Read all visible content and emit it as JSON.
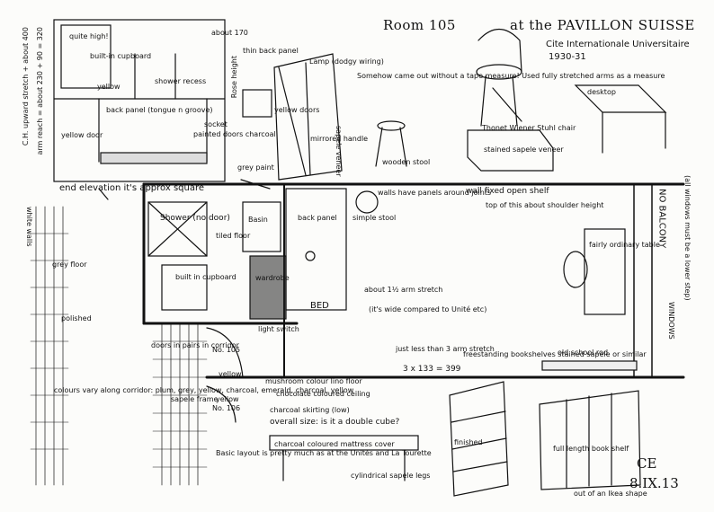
{
  "title": {
    "room": "Room 105",
    "location": "at  the PAVILLON SUISSE",
    "subtitle": "Cite Internationale Universitaire",
    "years": "1930-31"
  },
  "notes": {
    "quite_high": "quite high!",
    "built_in_cupboard": "built-in cupboard",
    "yellow_top": "yellow",
    "shower_recess": "shower recess",
    "back_panel_elev": "back panel (tongue n groove)",
    "yellow_door": "yellow door",
    "painted_doors": "painted doors charcoal",
    "socket": "socket",
    "arm_reach": "arm reach = about 230 + 90 = 320",
    "ceiling_height": "C.H. upward stretch + about 400",
    "about_170": "about 170",
    "rose_height": "Rose height",
    "thin_panel": "thin back panel",
    "grey_paint": "grey paint",
    "yellow_doors": "yellow doors",
    "mirrored_handle": "mirrored handle",
    "lamp": "Lamp (dodgy wiring)",
    "sapele_veneer": "sapele veneer",
    "tape_measure": "Somehow came out without a tape measure! Used fully stretched arms as a measure",
    "wooden_stool": "wooden stool",
    "thonet_chair": "Thonet Wiener Stuhl chair",
    "desktop": "desktop",
    "stained_sapele": "stained sapele veneer",
    "end_elevation": "end elevation   it's approx square"
  },
  "plan": {
    "shower": "Shower (no door)",
    "tiled_floor": "tiled floor",
    "basin": "Basin",
    "built_in_cupboard": "built in cupboard",
    "wardrobe": "wardrobe",
    "light_switch": "light switch",
    "back_panel": "back panel",
    "bed": "BED",
    "simple_stool": "simple stool",
    "walls_panels": "walls have panels around joints",
    "about_arm_stretch": "about 1½ arm stretch",
    "wide_compared": "(it's wide compared to Unité etc)",
    "wall_shelf": "wall fixed open shelf",
    "shelf_height": "top of this about shoulder height",
    "table": "fairly ordinary table",
    "just_less": "just less than 3 arm stretch",
    "dimension": "3 x 133 = 399",
    "freestanding": "freestanding bookshelves stained sapele or similar",
    "school_rod": "old school rod",
    "no_balcony": "NO BALCONY",
    "windows": "(all windows must be a lower step)",
    "windows_label": "WINDOWS"
  },
  "corridor": {
    "white_walls": "white walls",
    "grey_floor": "grey floor",
    "polished": "polished",
    "doors_pairs": "doors in pairs in corridor",
    "colours_vary": "colours vary along corridor: plum, grey, yellow, charcoal, emerald, charcoal, yellow",
    "no105": "No. 105",
    "no106": "No. 106",
    "yellow": "yellow",
    "sapele_frame": "sapele frame",
    "mushroom_floor": "mushroom colour lino floor",
    "chocolate_ceiling": "chocolate coloured ceiling",
    "charcoal_skirting": "charcoal skirting (low)",
    "overall_size": "overall size: is it a double cube?",
    "charcoal_mattress": "charcoal coloured mattress cover",
    "basic_layout": "Basic layout is pretty much as at the Unités and La Tourette",
    "cylindrical_legs": "cylindrical sapele legs",
    "finished": "finished",
    "shelf_top": "full length book shelf",
    "out_of_shape": "out of an Ikea shape"
  },
  "signature": {
    "initials": "CE",
    "date": "8.IX.13"
  }
}
